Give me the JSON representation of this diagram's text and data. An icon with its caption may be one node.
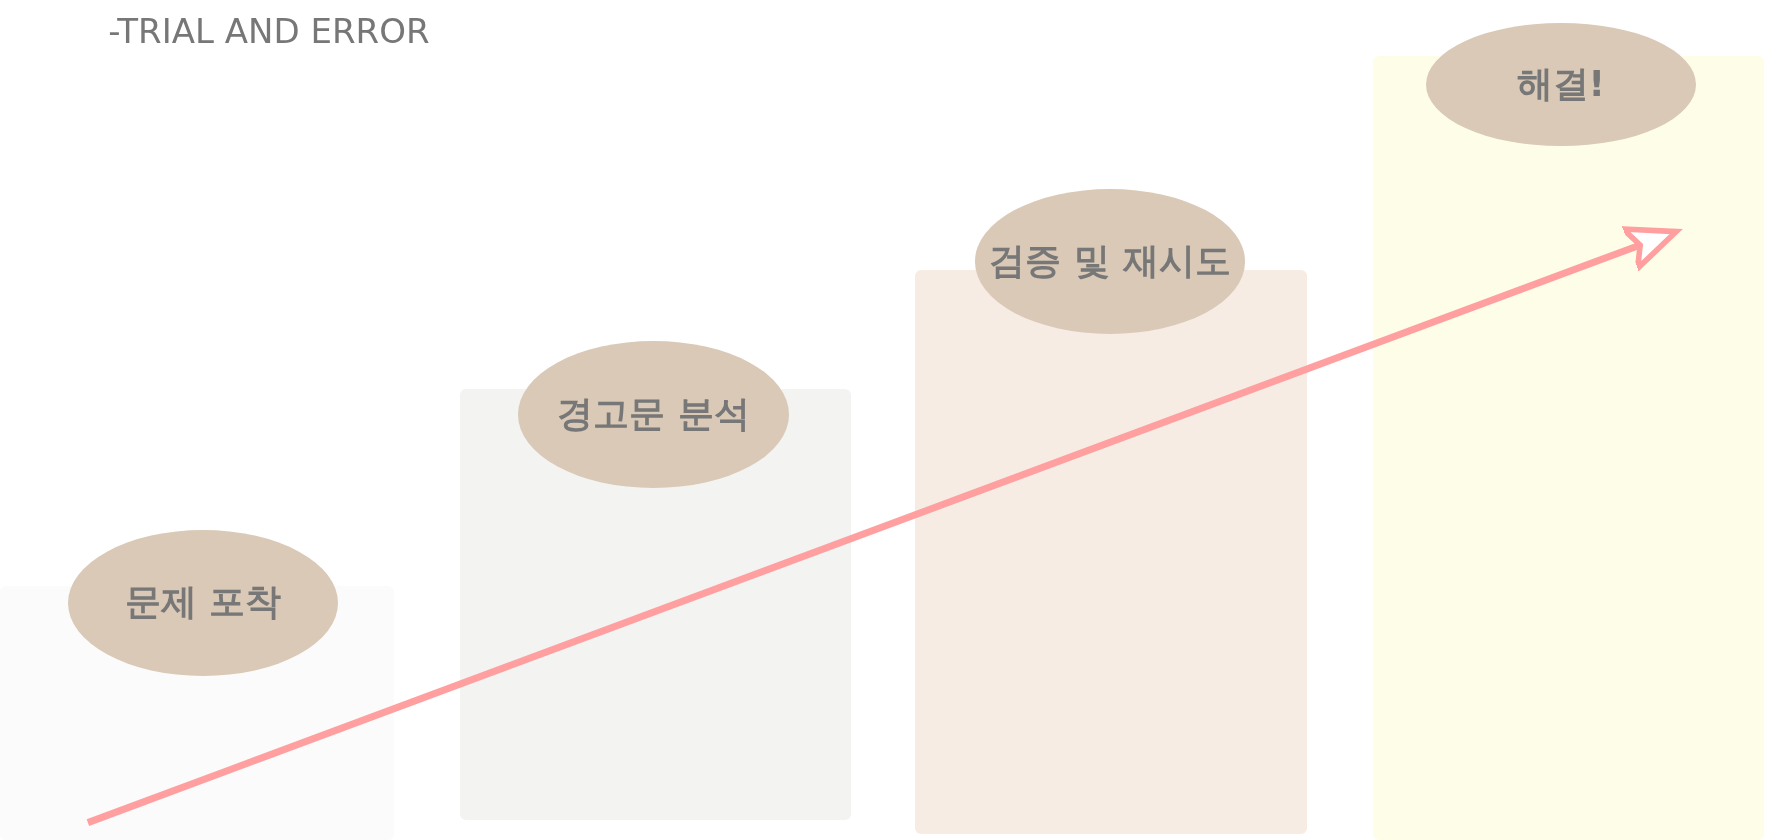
{
  "diagram": {
    "title": "-TRIAL AND ERROR",
    "nodes": [
      {
        "text": [
          "문제 포착"
        ]
      },
      {
        "text": [
          "경고문 분석"
        ]
      },
      {
        "text": [
          "검증 및 재시도"
        ]
      },
      {
        "text": [
          "해결!"
        ]
      }
    ]
  }
}
